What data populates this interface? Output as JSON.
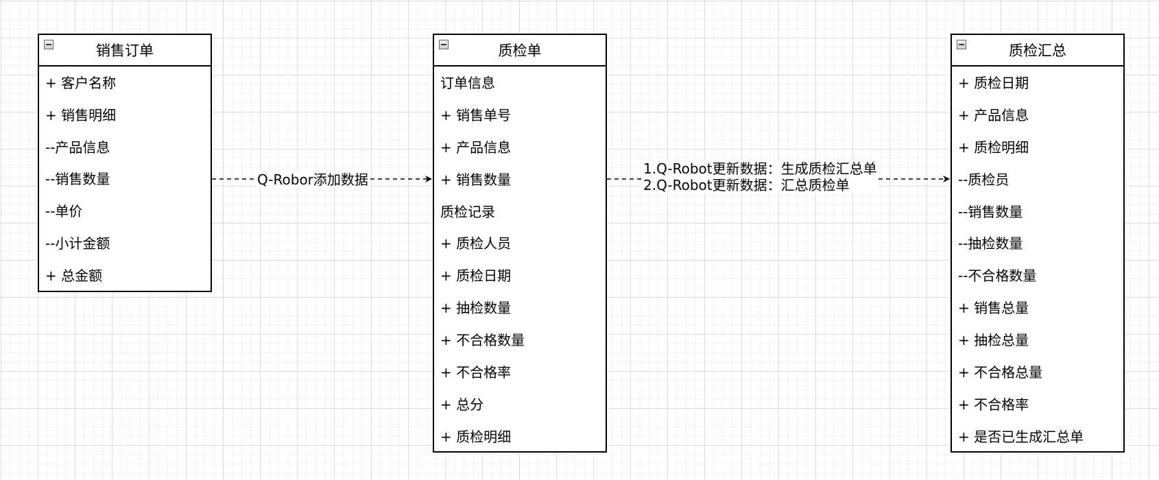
{
  "tables": {
    "sales_order": {
      "title": "销售订单",
      "rows": [
        "+ 客户名称",
        "+ 销售明细",
        "--产品信息",
        "--销售数量",
        "--单价",
        "--小计金额",
        "+ 总金额"
      ]
    },
    "qc_sheet": {
      "title": "质检单",
      "rows": [
        "订单信息",
        "+ 销售单号",
        "+ 产品信息",
        "+ 销售数量",
        "质检记录",
        "+ 质检人员",
        "+ 质检日期",
        "+ 抽检数量",
        "+ 不合格数量",
        "+ 不合格率",
        "+ 总分",
        "+ 质检明细"
      ]
    },
    "qc_summary": {
      "title": "质检汇总",
      "rows": [
        "+ 质检日期",
        "+ 产品信息",
        "+ 质检明细",
        "--质检员",
        "--销售数量",
        "--抽检数量",
        "--不合格数量",
        "+ 销售总量",
        "+ 抽检总量",
        "+ 不合格总量",
        "+ 不合格率",
        "+ 是否已生成汇总单"
      ]
    }
  },
  "edges": {
    "e1": {
      "label": "Q-Robor添加数据"
    },
    "e2": {
      "label_line1": "1.Q-Robot更新数据：生成质检汇总单",
      "label_line2": "2.Q-Robot更新数据：汇总质检单"
    }
  }
}
